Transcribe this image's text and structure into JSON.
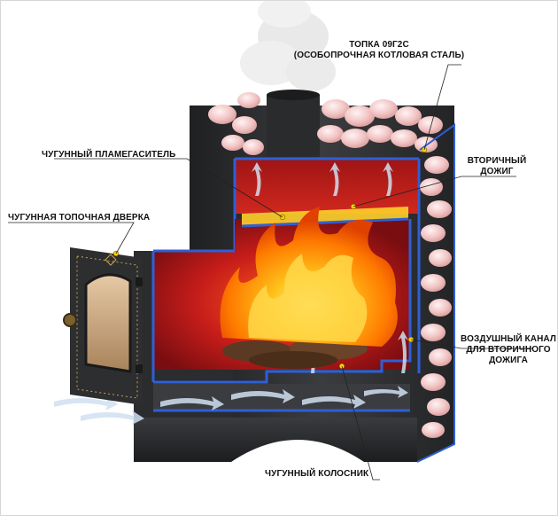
{
  "labels": {
    "firebox": {
      "line1": "ТОПКА 09Г2С",
      "line2": "(ОСОБОПРОЧНАЯ КОТЛОВАЯ СТАЛЬ)"
    },
    "flame_damper": "ЧУГУННЫЙ ПЛАМЕГАСИТЕЛЬ",
    "firebox_door": "ЧУГУННАЯ ТОПОЧНАЯ ДВЕРКА",
    "secondary_burn": {
      "line1": "ВТОРИЧНЫЙ",
      "line2": "ДОЖИГ"
    },
    "air_channel": {
      "line1": "ВОЗДУШНЫЙ КАНАЛ",
      "line2": "ДЛЯ ВТОРИЧНОГО",
      "line3": "ДОЖИГА"
    },
    "grate": "ЧУГУННЫЙ КОЛОСНИК"
  },
  "colors": {
    "steel": "#2e2f31",
    "wall_blue": "#2f5fd6",
    "firebox_red": "#b41a18",
    "flame_orange": "#ff8a00",
    "stone_pink": "#f3c2c2"
  }
}
